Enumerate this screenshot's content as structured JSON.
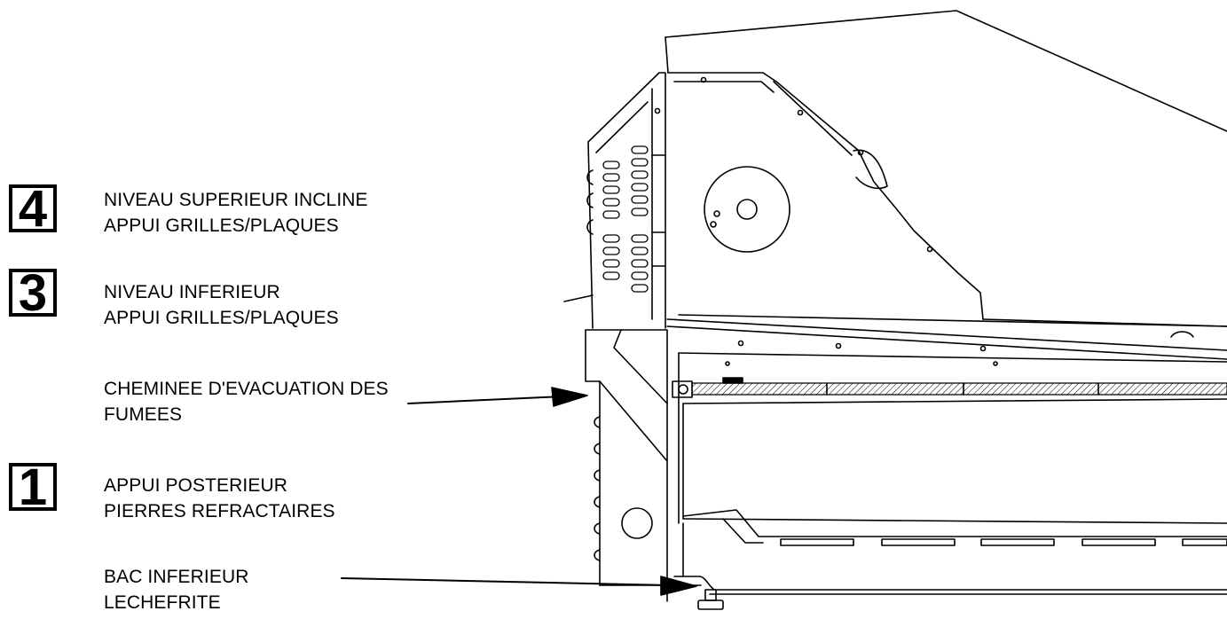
{
  "callouts": [
    {
      "number": "4",
      "lines": [
        "NIVEAU SUPERIEUR INCLINE",
        "APPUI GRILLES/PLAQUES"
      ]
    },
    {
      "number": "3",
      "lines": [
        "NIVEAU INFERIEUR",
        "APPUI GRILLES/PLAQUES"
      ]
    },
    {
      "number": "",
      "lines": [
        "CHEMINEE D'EVACUATION DES",
        "FUMEES"
      ]
    },
    {
      "number": "1",
      "lines": [
        "APPUI POSTERIEUR",
        "PIERRES REFRACTAIRES"
      ]
    },
    {
      "number": "",
      "lines": [
        "BAC INFERIEUR",
        "LECHEFRITE"
      ]
    }
  ]
}
